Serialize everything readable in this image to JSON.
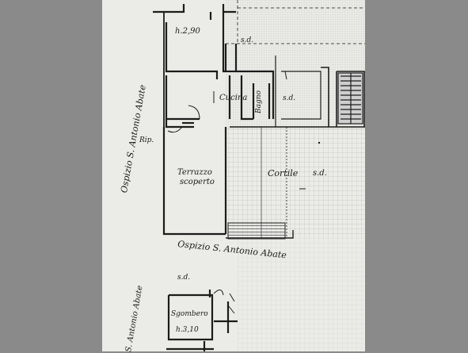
{
  "labels": {
    "height_top": "h.2,90",
    "sd_top": "s.d.",
    "cucina": "Cucina",
    "bagno": "Bagno",
    "sd_right": "s.d.",
    "rip": "Rip.",
    "terrazzo": "Terrazzo",
    "scoperto": "scoperto",
    "cortile": "Cortile",
    "sd_cortile": "s.d.",
    "ospizio_left": "Ospizio S. Antonio Abate",
    "ospizio_bottom": "Ospizio S. Antonio Abate",
    "sd_lower": "s.d.",
    "sgombero": "Sgombero",
    "height_lower": "h.3,10",
    "abate_lower_left": "S. Antonio Abate"
  },
  "colors": {
    "paper": "#ebebe8",
    "ink": "#1c1c1c",
    "grid": "#9a9a9a",
    "hatch": "#6a6a6a",
    "border": "#8a8a8a"
  }
}
